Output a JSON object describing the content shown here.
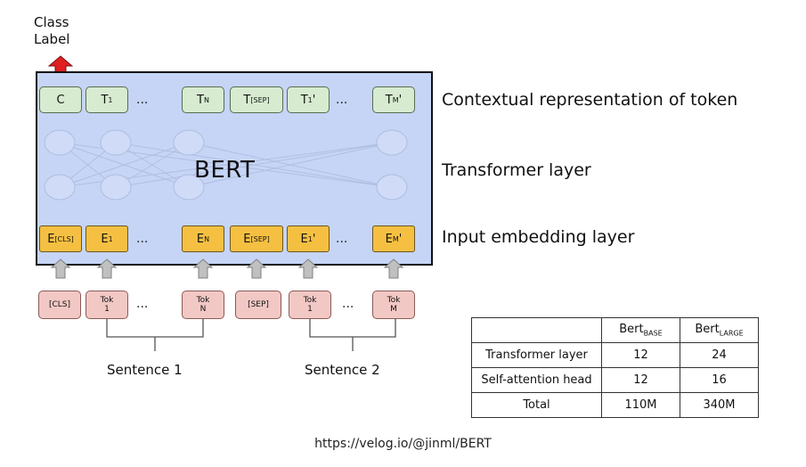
{
  "class_label": [
    "Class",
    "Label"
  ],
  "bert_title": "BERT",
  "layer_labels": {
    "contextual": "Contextual representation of token",
    "transformer": "Transformer layer",
    "embedding": "Input embedding layer"
  },
  "output_tokens": {
    "c": "C",
    "t1": "T",
    "t1_sub": "1",
    "tn": "T",
    "tn_sub": "N",
    "tsep": "T",
    "tsep_sub": "[SEP]",
    "t1p": "T",
    "t1p_sub": "1",
    "t1p_mark": "'",
    "tmp": "T",
    "tmp_sub": "M",
    "tmp_mark": "'"
  },
  "embedding_tokens": {
    "ecls": "E",
    "ecls_sub": "[CLS]",
    "e1": "E",
    "e1_sub": "1",
    "en": "E",
    "en_sub": "N",
    "esep": "E",
    "esep_sub": "[SEP]",
    "e1p": "E",
    "e1p_sub": "1",
    "e1p_mark": "'",
    "emp": "E",
    "emp_sub": "M",
    "emp_mark": "'"
  },
  "input_tokens": {
    "cls": "[CLS]",
    "tok1": [
      "Tok",
      "1"
    ],
    "tokn": [
      "Tok",
      "N"
    ],
    "sep": "[SEP]",
    "tok1b": [
      "Tok",
      "1"
    ],
    "tokm": [
      "Tok",
      "M"
    ]
  },
  "ellipsis": "...",
  "sentences": [
    "Sentence 1",
    "Sentence 2"
  ],
  "table": {
    "header": [
      "",
      "Bert",
      "BASE",
      "Bert",
      "LARGE"
    ],
    "rows": [
      [
        "Transformer layer",
        "12",
        "24"
      ],
      [
        "Self-attention head",
        "12",
        "16"
      ],
      [
        "Total",
        "110M",
        "340M"
      ]
    ]
  },
  "source": "https://velog.io/@jinml/BERT",
  "colors": {
    "bert_box": "#c6d5f6",
    "output_token": "#d6ebcf",
    "embedding_token": "#f5c042",
    "input_token": "#f2c8c4",
    "class_arrow": "#e02020"
  }
}
